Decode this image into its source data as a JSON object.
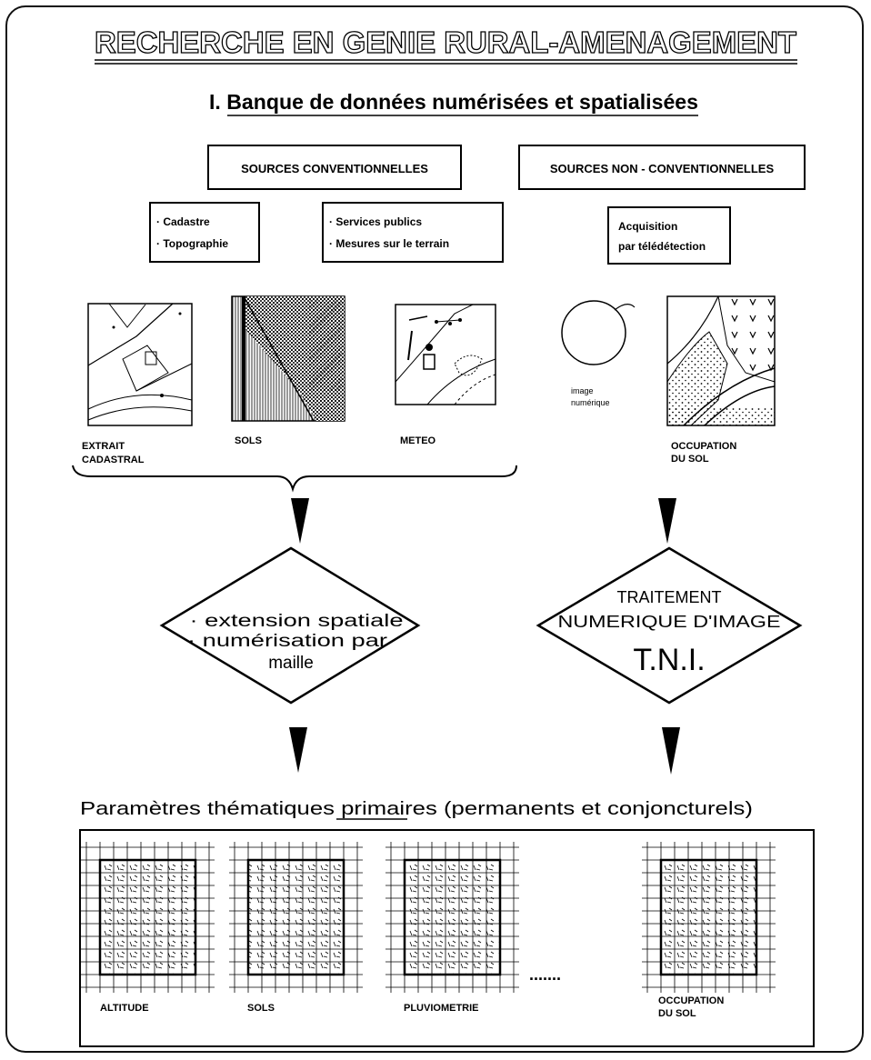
{
  "header": {
    "title": "RECHERCHE EN GENIE RURAL-AMENAGEMENT",
    "subtitle_numeral": "I. ",
    "subtitle": "Banque de données numérisées et spatialisées"
  },
  "sources": {
    "conventional": "SOURCES CONVENTIONNELLES",
    "non_conventional": "SOURCES NON - CONVENTIONNELLES",
    "box_a": [
      "· Cadastre",
      "· Topographie"
    ],
    "box_b": [
      "· Services publics",
      "· Mesures sur le terrain"
    ],
    "box_c": [
      "Acquisition",
      "par télédétection"
    ]
  },
  "maps": {
    "cadastral": [
      "EXTRAIT",
      "CADASTRAL"
    ],
    "soils": "SOLS",
    "meteo": "METEO",
    "image": [
      "image",
      "numérique"
    ],
    "land_use": [
      "OCCUPATION",
      "DU SOL"
    ]
  },
  "processes": {
    "left": [
      "· extension spatiale",
      "· numérisation par",
      "maille"
    ],
    "right": [
      "TRAITEMENT",
      "NUMERIQUE D'IMAGE",
      "T.N.I."
    ]
  },
  "parameters": {
    "heading_pre": "Paramètres thématiques ",
    "heading_underlined": "primaires",
    "heading_post": " (permanents et conjoncturels)",
    "grids": [
      "ALTITUDE",
      "SOLS",
      "PLUVIOMETRIE"
    ],
    "ellipsis": ".......",
    "last": [
      "OCCUPATION",
      "DU SOL"
    ]
  }
}
